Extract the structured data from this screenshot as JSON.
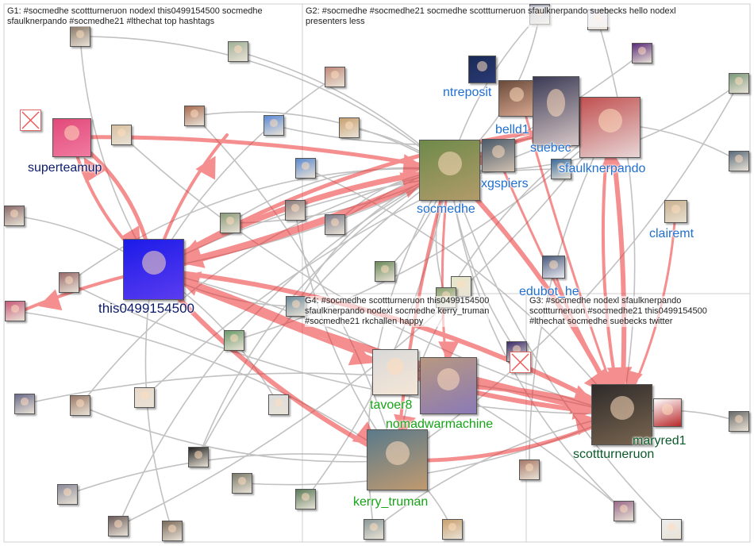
{
  "groups": [
    {
      "id": "G1",
      "line1": "G1: #socmedhe scottturneruon nodexl this0499154500 socmedhe",
      "line2": "sfaulknerpando #socmedhe21 #lthechat top hashtags",
      "line3": ""
    },
    {
      "id": "G2",
      "line1": "G2: #socmedhe #socmedhe21 socmedhe scottturneruon sfaulknerpando suebecks hello nodexl",
      "line2": "presenters less",
      "line3": ""
    },
    {
      "id": "G4",
      "line1": "G4: #socmedhe scottturneruon this0499154500",
      "line2": "sfaulknerpando nodexl socmedhe kerry_truman",
      "line3": "#socmedhe21 rkchallen happy"
    },
    {
      "id": "G3",
      "line1": "G3: #socmedhe nodexl sfaulknerpando",
      "line2": "scottturneruon #socmedhe21 this0499154500",
      "line3": "#lthechat socmedhe suebecks twitter"
    }
  ],
  "labels": {
    "superteamup": "superteamup",
    "this0499154500": "this0499154500",
    "ntreposit": "ntreposit",
    "belld1": "belld1",
    "suebec": "suebec",
    "sfaulknerpando": "sfaulknerpando",
    "xgspiers": "xgspiers",
    "socmedhe": "socmedhe",
    "clairemt": "clairemt",
    "edubot_he": "edubot_he",
    "tavoer8": "tavoer8",
    "nomadwarmachine": "nomadwarmachine",
    "kerry_truman": "kerry_truman",
    "maryred1": "maryred1",
    "scottturneruon": "scottturneruon"
  },
  "colors": {
    "edge_red": "#ee3333",
    "edge_gray": "#9a9a9a",
    "grid": "#cfcfcf",
    "g1_text": "#0b1a6b",
    "g2_text": "#1f6fd1",
    "g4_text": "#16a416",
    "g3_text": "#0a5a2a"
  }
}
